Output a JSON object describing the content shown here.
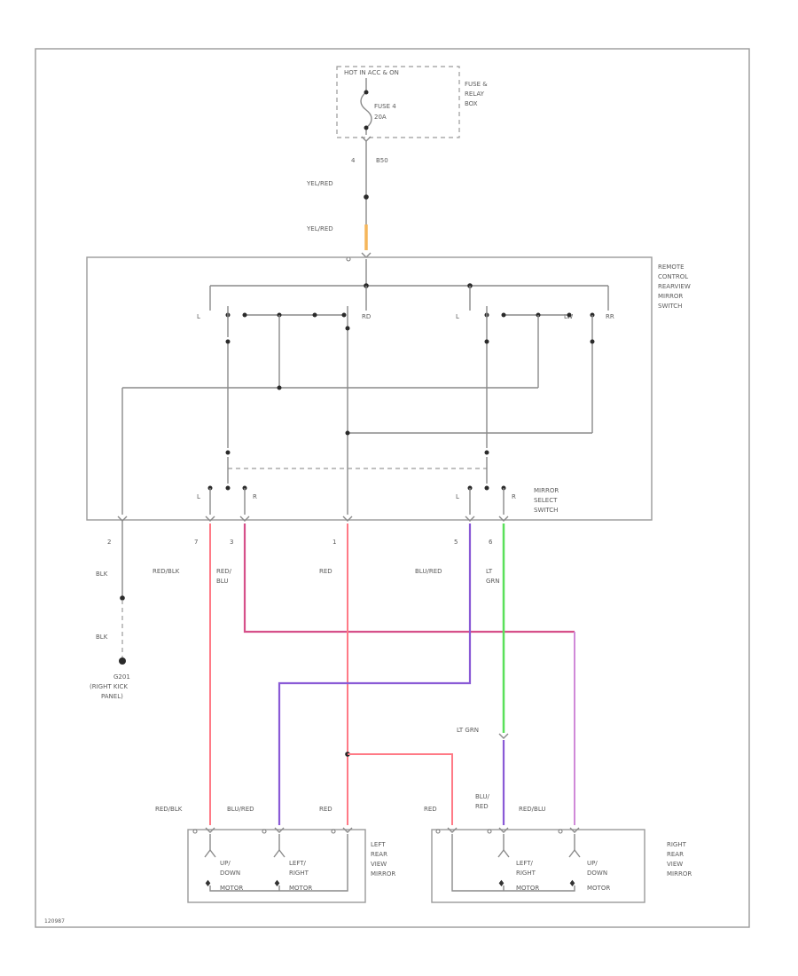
{
  "fuse_box": {
    "hot_label": "HOT IN ACC & ON",
    "fuse_label_1": "FUSE 4",
    "fuse_label_2": "20A",
    "box_label_1": "FUSE &",
    "box_label_2": "RELAY",
    "box_label_3": "BOX",
    "connector_pin": "4",
    "connector_id": "B50"
  },
  "wires": {
    "w_yelred_1": "YEL/RED",
    "w_yelred_2": "YEL/RED",
    "w_blk_1": "BLK",
    "w_blk_2": "BLK",
    "w_redblk": "RED/BLK",
    "w_redblu_1": "RED/",
    "w_redblu_2": "BLU",
    "w_red": "RED",
    "w_blured": "BLU/RED",
    "w_ltgrn_1": "LT",
    "w_ltgrn_2": "GRN",
    "w_ltgrn_lower": "LT GRN",
    "w_blured_lower_1": "BLU/",
    "w_blured_lower_2": "RED",
    "l_redblk": "RED/BLK",
    "l_blured": "BLU/RED",
    "l_red": "RED",
    "r_red": "RED",
    "r_redblu": "RED/BLU"
  },
  "ground": {
    "id": "G201",
    "loc_1": "(RIGHT KICK",
    "loc_2": "PANEL)"
  },
  "switch": {
    "title_1": "REMOTE",
    "title_2": "CONTROL",
    "title_3": "REARVIEW",
    "title_4": "MIRROR",
    "title_5": "SWITCH",
    "left_l": "L",
    "left_r": "RD",
    "right_l": "L",
    "right_u": "LW",
    "right_r": "RR",
    "sel_l1": "L",
    "sel_r1": "R",
    "sel_l2": "L",
    "sel_r2": "R",
    "select_1": "MIRROR",
    "select_2": "SELECT",
    "select_3": "SWITCH"
  },
  "pins": {
    "p_gnd": "2",
    "p_redblk": "7",
    "p_redblu": "3",
    "p_red": "1",
    "p_blured": "5",
    "p_ltgrn": "6"
  },
  "left_mirror": {
    "title_1": "LEFT",
    "title_2": "REAR",
    "title_3": "VIEW",
    "title_4": "MIRROR",
    "m1_1": "UP/",
    "m1_2": "DOWN",
    "m1_3": "MOTOR",
    "m2_1": "LEFT/",
    "m2_2": "RIGHT",
    "m2_3": "MOTOR"
  },
  "right_mirror": {
    "title_1": "RIGHT",
    "title_2": "REAR",
    "title_3": "VIEW",
    "title_4": "MIRROR",
    "m1_1": "LEFT/",
    "m1_2": "RIGHT",
    "m1_3": "MOTOR",
    "m2_1": "UP/",
    "m2_2": "DOWN",
    "m2_3": "MOTOR"
  },
  "footer_code": "120987",
  "colors": {
    "yel_red": "#f5b65a",
    "red": "#ff7a86",
    "red_blu": "#d6508a",
    "blu_red": "#8a5ad6",
    "lt_grn": "#5ae05a",
    "red_blu_light": "#d08ad8"
  }
}
